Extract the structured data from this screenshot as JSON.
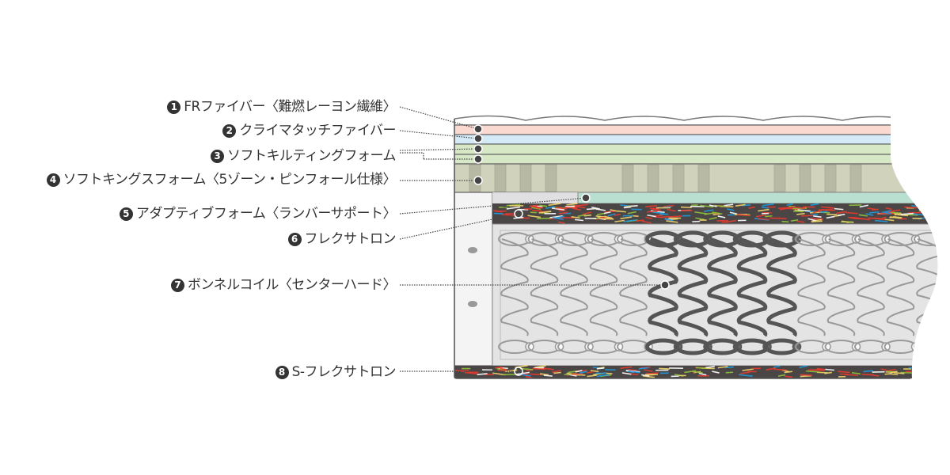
{
  "labels": [
    {
      "num": "1",
      "text": "FRファイバー〈難燃レーヨン繊維〉"
    },
    {
      "num": "2",
      "text": "クライマタッチファイバー"
    },
    {
      "num": "3",
      "text": "ソフトキルティングフォーム"
    },
    {
      "num": "4",
      "text": "ソフトキングスフォーム〈5ゾーン・ピンフォール仕様〉"
    },
    {
      "num": "5",
      "text": "アダプティブフォーム〈ランバーサポート〉"
    },
    {
      "num": "6",
      "text": "フレクサトロン"
    },
    {
      "num": "7",
      "text": "ボンネルコイル〈センターハード〉"
    },
    {
      "num": "8",
      "text": "S-フレクサトロン"
    }
  ],
  "colors": {
    "fr_fiber": "#fad9d0",
    "climatouch": "#d4eaf7",
    "quilting_foam": "#d6e8c6",
    "kings_foam": "#d1d2bc",
    "adaptive_foam": "#b8dfd0",
    "flexatron": "#4a4646",
    "coil_bg": "#e4e4e4"
  }
}
